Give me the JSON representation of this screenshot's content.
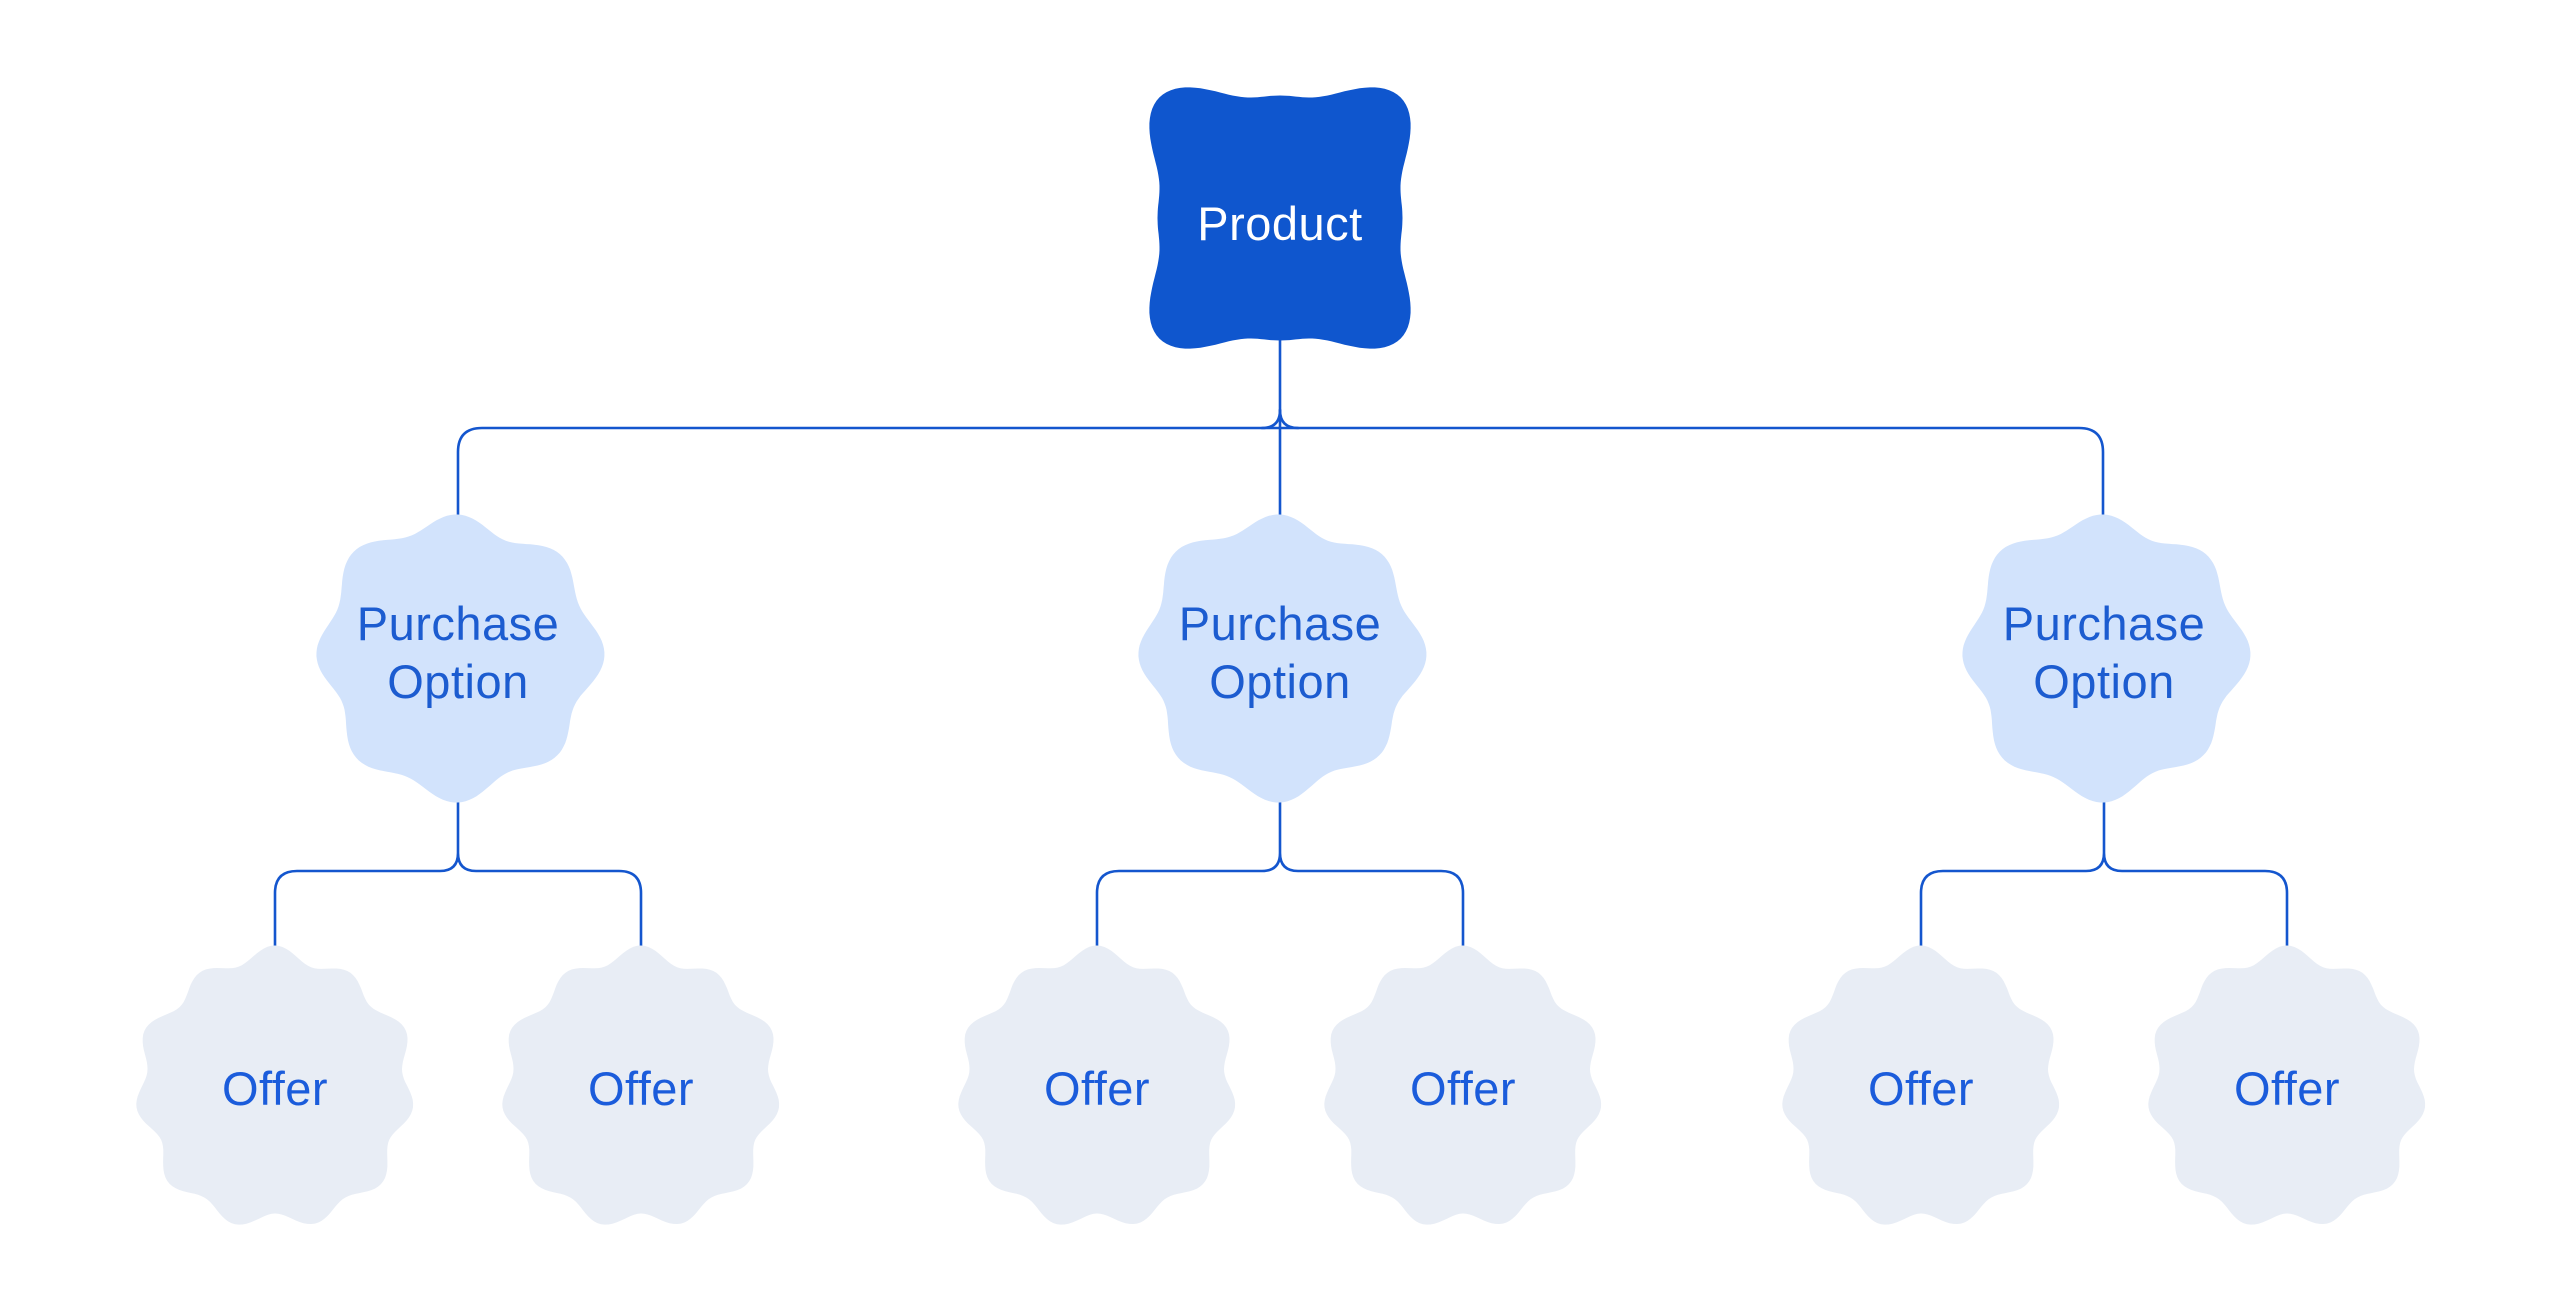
{
  "diagram": {
    "colors": {
      "background": "#FFFFFF",
      "product_fill": "#0F56CE",
      "product_text": "#FFFFFF",
      "purchase_fill": "#D2E3FC",
      "purchase_text": "#1C5CD0",
      "offer_fill": "#E8EDF5",
      "offer_text": "#1B5CDB",
      "connector": "#1456CE"
    },
    "root": {
      "label": "Product"
    },
    "purchase_options": [
      {
        "label": "Purchase Option",
        "label_lines": [
          "Purchase",
          "Option"
        ],
        "offers": [
          {
            "label": "Offer"
          },
          {
            "label": "Offer"
          }
        ]
      },
      {
        "label": "Purchase Option",
        "label_lines": [
          "Purchase",
          "Option"
        ],
        "offers": [
          {
            "label": "Offer"
          },
          {
            "label": "Offer"
          }
        ]
      },
      {
        "label": "Purchase Option",
        "label_lines": [
          "Purchase",
          "Option"
        ],
        "offers": [
          {
            "label": "Offer"
          },
          {
            "label": "Offer"
          }
        ]
      }
    ]
  }
}
